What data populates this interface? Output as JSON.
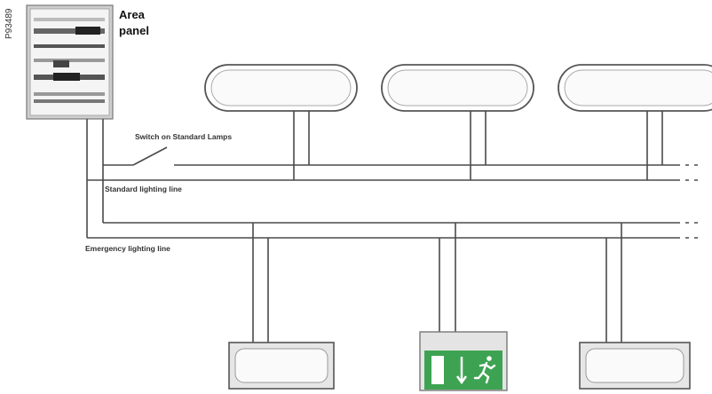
{
  "figure_ref": "P93489",
  "panel": {
    "title_line1": "Area",
    "title_line2": "panel"
  },
  "labels": {
    "switch": "Switch on Standard Lamps",
    "standard_line": "Standard lighting line",
    "emergency_line": "Emergency lighting line"
  },
  "colors": {
    "wire": "#4a4a4a",
    "exit_sign": "#3da352",
    "panel": "#f4f4f4"
  },
  "icons": [
    "ceiling-lamp-icon",
    "emergency-lamp-icon",
    "exit-sign-icon",
    "running-man-icon",
    "down-arrow-icon"
  ]
}
